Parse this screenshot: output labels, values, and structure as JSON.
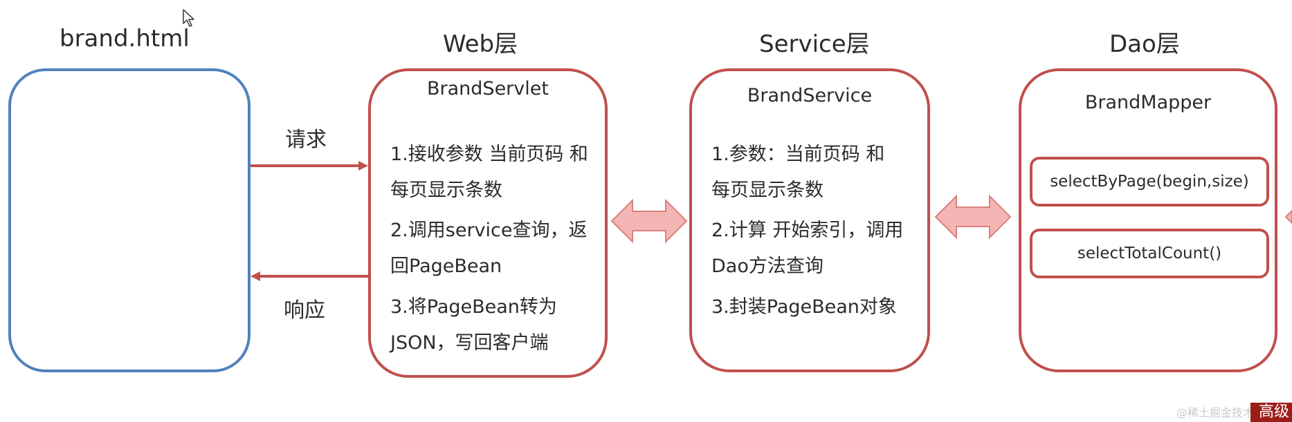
{
  "titles": {
    "client": "brand.html",
    "web": "Web层",
    "service": "Service层",
    "dao": "Dao层"
  },
  "web_box": {
    "title": "BrandServlet",
    "steps": [
      "1.接收参数 当前页码 和",
      "每页显示条数",
      "2.调用service查询，返",
      "回PageBean",
      "3.将PageBean转为",
      "JSON，写回客户端"
    ]
  },
  "service_box": {
    "title": "BrandService",
    "steps": [
      "1.参数：当前页码 和",
      "每页显示条数",
      "2.计算 开始索引，调用",
      "Dao方法查询",
      "3.封装PageBean对象"
    ]
  },
  "dao_box": {
    "title": "BrandMapper",
    "methods": [
      "selectByPage(begin,size)",
      "selectTotalCount()"
    ]
  },
  "arrows": {
    "request_label": "请求",
    "response_label": "响应"
  },
  "watermark": "@稀土掘金技术社区",
  "corner_badge": "高级",
  "colors": {
    "box_border_red": "#c0504d",
    "box_border_blue": "#4f81bd",
    "arrow_red": "#c0504d",
    "double_arrow_fill": "#f4b6b4"
  },
  "icons": {
    "cursor": "mouse-cursor-icon"
  }
}
